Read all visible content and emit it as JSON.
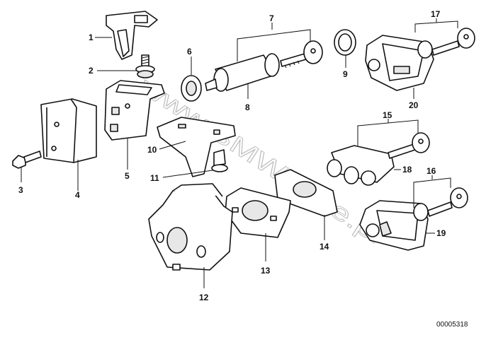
{
  "diagram": {
    "reference_number": "00005318",
    "watermark": "www.BMWstore.pl",
    "callouts": [
      "1",
      "2",
      "3",
      "4",
      "5",
      "6",
      "7",
      "8",
      "9",
      "10",
      "11",
      "12",
      "13",
      "14",
      "15",
      "16",
      "17",
      "18",
      "19",
      "20"
    ]
  },
  "colors": {
    "line": "#111111",
    "background": "#ffffff",
    "watermark": "#bdbdbd"
  }
}
